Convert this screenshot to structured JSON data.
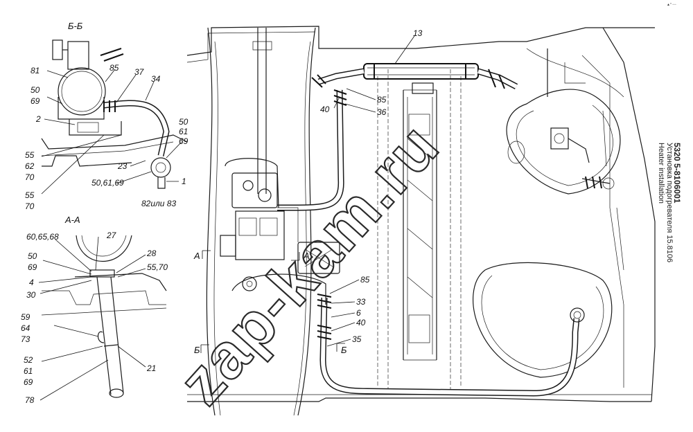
{
  "title_block": {
    "code": "5320 5-8106001",
    "title_ru": "Установка подогревателя 15.8106",
    "title_en": "Heater installation"
  },
  "watermark": "zap-kam.ru",
  "corner_mark": "▲° ◦◦◦",
  "section_labels": {
    "bb_view": "Б-Б",
    "aa_view": "А-А",
    "cut_a_left": "А",
    "cut_a_right": "А",
    "cut_b_left": "Б",
    "cut_b_right": "Б"
  },
  "callouts": {
    "c81": "81",
    "c85a": "85",
    "c37": "37",
    "c34": "34",
    "c50a": "50",
    "c69a": "69",
    "c2": "2",
    "c50b": "50",
    "c61a": "61",
    "c69b": "69",
    "c55a": "55",
    "c62": "62",
    "c70a": "70",
    "c23": "23",
    "c506169": "50,61,69",
    "c1": "1",
    "c55b": "55",
    "c70b": "70",
    "c8283": "82или 83",
    "c606568": "60,65,68",
    "c27": "27",
    "c50c": "50",
    "c69c": "69",
    "c28": "28",
    "c4": "4",
    "c5570": "55,70",
    "c30": "30",
    "c59": "59",
    "c64": "64",
    "c73": "73",
    "c52": "52",
    "c61b": "61",
    "c69d": "69",
    "c78": "78",
    "c21": "21",
    "c13": "13",
    "c85b": "85",
    "c40a": "40",
    "c36": "36",
    "c85c": "85",
    "c33": "33",
    "c6": "6",
    "c40b": "40",
    "c35": "35"
  }
}
